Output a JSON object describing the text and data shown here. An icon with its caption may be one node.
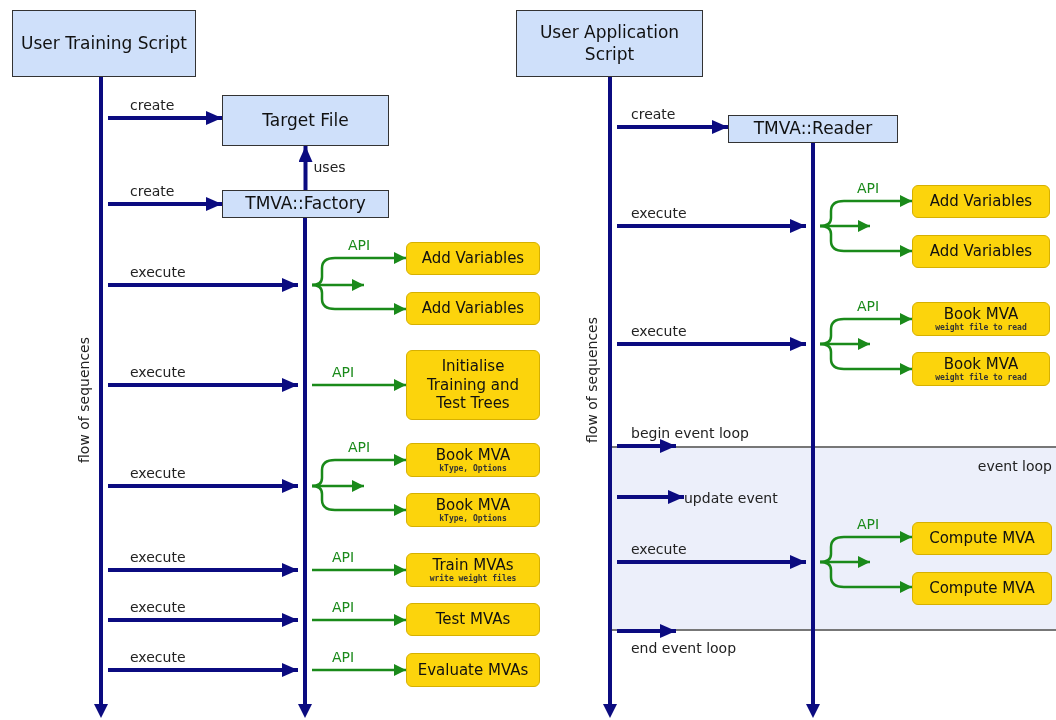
{
  "diagram": {
    "nodes": [
      {
        "text": [
          "User Training Script"
        ]
      },
      {
        "text": [],
        "shape": "bar",
        "beside": [
          "flow of sequences"
        ]
      },
      {
        "text": [
          "Target File"
        ]
      },
      {
        "text": [
          "TMVA::Factory"
        ]
      },
      {
        "text": [],
        "shape": "bar"
      },
      {
        "text": [
          "Add Variables"
        ]
      },
      {
        "text": [
          "Add Variables"
        ]
      },
      {
        "text": [
          "Initialise Training and Test Trees"
        ]
      },
      {
        "text": [
          "Book MVA",
          "kType, Options"
        ]
      },
      {
        "text": [
          "Book MVA",
          "kType, Options"
        ]
      },
      {
        "text": [
          "Train MVAs",
          "write weight files"
        ]
      },
      {
        "text": [
          "Test MVAs"
        ]
      },
      {
        "text": [
          "Evaluate MVAs"
        ]
      },
      {
        "text": [
          "User Application Script"
        ]
      },
      {
        "text": [],
        "shape": "bar",
        "beside": [
          "flow of sequences"
        ]
      },
      {
        "text": [
          "TMVA::Reader"
        ]
      },
      {
        "text": [],
        "shape": "bar"
      },
      {
        "text": [
          "Add Variables"
        ]
      },
      {
        "text": [
          "Add Variables"
        ]
      },
      {
        "text": [
          "Book MVA",
          "weight file to read"
        ]
      },
      {
        "text": [
          "Book MVA",
          "weight file to read"
        ]
      },
      {
        "text": [
          "event loop"
        ]
      },
      {
        "text": [
          "update event"
        ],
        "in": 21
      },
      {
        "text": [
          "Compute MVA"
        ],
        "in": 21
      },
      {
        "text": [
          "Compute MVA"
        ],
        "in": 21
      }
    ],
    "edges": [
      {
        "from": 1,
        "to": 2,
        "arrow": "to",
        "label": "create",
        "color": "#0b0b80"
      },
      {
        "from": 1,
        "to": 3,
        "arrow": "to",
        "label": "create",
        "color": "#0b0b80"
      },
      {
        "from": 3,
        "to": 2,
        "arrow": "to",
        "label": "uses",
        "color": "#0b0b80"
      },
      {
        "from": 1,
        "to": 4,
        "arrow": "to",
        "label": "execute",
        "color": "#0b0b80"
      },
      {
        "from": 4,
        "to": 5,
        "arrow": "to",
        "label": "API"
      },
      {
        "from": 4,
        "to": 6,
        "arrow": "to"
      },
      {
        "from": 1,
        "to": 4,
        "arrow": "to",
        "label": "execute",
        "color": "#0b0b80"
      },
      {
        "from": 4,
        "to": 7,
        "arrow": "to",
        "label": "API"
      },
      {
        "from": 1,
        "to": 4,
        "arrow": "to",
        "label": "execute",
        "color": "#0b0b80"
      },
      {
        "from": 4,
        "to": 8,
        "arrow": "to",
        "label": "API"
      },
      {
        "from": 4,
        "to": 9,
        "arrow": "to"
      },
      {
        "from": 1,
        "to": 4,
        "arrow": "to",
        "label": "execute",
        "color": "#0b0b80"
      },
      {
        "from": 4,
        "to": 10,
        "arrow": "to",
        "label": "API"
      },
      {
        "from": 1,
        "to": 4,
        "arrow": "to",
        "label": "execute",
        "color": "#0b0b80"
      },
      {
        "from": 4,
        "to": 11,
        "arrow": "to",
        "label": "API"
      },
      {
        "from": 1,
        "to": 4,
        "arrow": "to",
        "label": "execute",
        "color": "#0b0b80"
      },
      {
        "from": 4,
        "to": 12,
        "arrow": "to",
        "label": "API"
      },
      {
        "from": 14,
        "to": 15,
        "arrow": "to",
        "label": "create",
        "color": "#0b0b80"
      },
      {
        "from": 14,
        "to": 16,
        "arrow": "to",
        "label": "execute",
        "color": "#0b0b80"
      },
      {
        "from": 16,
        "to": 17,
        "arrow": "to",
        "label": "API"
      },
      {
        "from": 16,
        "to": 18,
        "arrow": "to"
      },
      {
        "from": 14,
        "to": 16,
        "arrow": "to",
        "label": "execute",
        "color": "#0b0b80"
      },
      {
        "from": 16,
        "to": 19,
        "arrow": "to",
        "label": "API"
      },
      {
        "from": 16,
        "to": 20,
        "arrow": "to"
      },
      {
        "from": 14,
        "to": 21,
        "arrow": "to",
        "label": "begin event loop",
        "color": "#0b0b80"
      },
      {
        "from": 14,
        "to": 22,
        "arrow": "to",
        "color": "#0b0b80"
      },
      {
        "from": 14,
        "to": 16,
        "arrow": "to",
        "label": "execute",
        "color": "#0b0b80"
      },
      {
        "from": 16,
        "to": 23,
        "arrow": "to",
        "label": "API"
      },
      {
        "from": 16,
        "to": 24,
        "arrow": "to"
      },
      {
        "from": 14,
        "to": 21,
        "arrow": "to",
        "label": "end event loop",
        "color": "#0b0b80"
      },
      {
        "from": 4,
        "to": null,
        "arrow": "to"
      },
      {
        "from": 4,
        "to": null,
        "arrow": "to"
      },
      {
        "from": 16,
        "to": null,
        "arrow": "to"
      },
      {
        "from": 16,
        "to": null,
        "arrow": "to"
      },
      {
        "from": 16,
        "to": null,
        "arrow": "to"
      }
    ]
  }
}
